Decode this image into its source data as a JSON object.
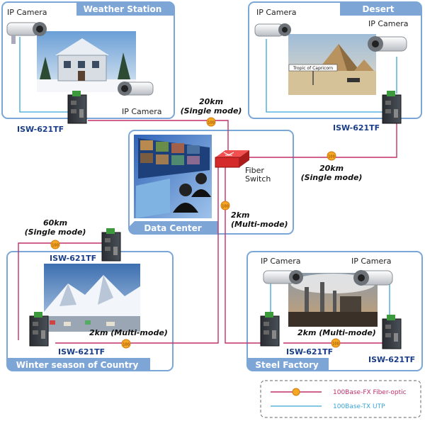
{
  "sites": {
    "weather_station": {
      "title": "Weather Station",
      "camera1": "IP Camera",
      "camera2": "IP Camera",
      "switch": "ISW-621TF"
    },
    "desert": {
      "title": "Desert",
      "camera1": "IP Camera",
      "camera2": "IP Camera",
      "switch": "ISW-621TF",
      "sign": "Tropic of Capricorn"
    },
    "data_center": {
      "title": "Data Center",
      "fiber_switch": "Fiber\nSwitch",
      "fiber_switch_line1": "Fiber",
      "fiber_switch_line2": "Switch"
    },
    "winter": {
      "title": "Winter season of Country",
      "switch_top": "ISW-621TF",
      "switch_bottom": "ISW-621TF"
    },
    "steel_factory": {
      "title": "Steel Factory",
      "camera1": "IP Camera",
      "camera2": "IP Camera",
      "switch_left": "ISW-621TF",
      "switch_right": "ISW-621TF"
    }
  },
  "links": {
    "weather_to_switch": {
      "distance": "20km",
      "mode": "(Single mode)"
    },
    "desert_to_switch": {
      "distance": "20km",
      "mode": "(Single mode)"
    },
    "switch_to_winter": {
      "distance": "2km",
      "mode": "(Multi-mode)"
    },
    "winter_top": {
      "distance": "60km",
      "mode": "(Single mode)"
    },
    "winter_bottom": {
      "label": "2km (Multi-mode)"
    },
    "steel": {
      "label": "2km (Multi-mode)"
    }
  },
  "badge_text": "100",
  "legend": {
    "fiber": "100Base-FX Fiber-optic",
    "utp": "100Base-TX UTP"
  },
  "colors": {
    "fiber": "#c0306a",
    "utp": "#3aa5d8",
    "frame": "#7aa6d8",
    "title_bg": "#7da5d6",
    "model_text": "#1a3d8a",
    "badge": "#f5a623"
  }
}
